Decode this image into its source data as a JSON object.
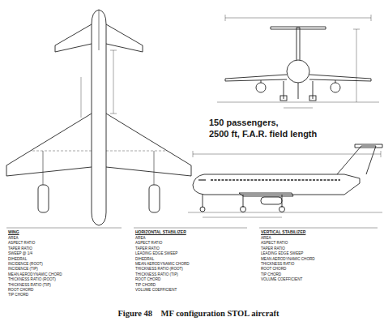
{
  "diagram": {
    "caption": "Figure 48    MF configuration STOL aircraft",
    "labels": [
      "150 passengers,",
      "2500 ft, F.A.R. field length",
      "WING",
      "HORIZONTAL STABILIZER",
      "VERTICAL STABILIZER",
      "AREA",
      "ASPECT RATIO",
      "TAPER RATIO",
      "SWEEP @ 1/4",
      "DIHEDRAL",
      "INCIDENCE (ROOT)",
      "INCIDENCE (TIP)",
      "MEAN AERODYNAMIC CHORD",
      "THICKNESS RATIO (ROOT)",
      "THICKNESS RATIO (TIP)",
      "ROOT CHORD",
      "TIP CHORD",
      "AREA",
      "ASPECT RATIO",
      "TAPER RATIO",
      "LEADING EDGE SWEEP",
      "DIHEDRAL",
      "MEAN AERODYNAMIC CHORD",
      "THICKNESS RATIO (ROOT)",
      "THICKNESS RATIO (TIP)",
      "ROOT CHORD",
      "TIP CHORD",
      "VOLUME COEFFICIENT",
      "AREA",
      "ASPECT RATIO",
      "TAPER RATIO",
      "LEADING EDGE SWEEP",
      "MEAN AERODYNAMIC CHORD",
      "THICKNESS RATIO",
      "ROOT CHORD",
      "TIP CHORD",
      "VOLUME COEFFICIENT"
    ]
  }
}
